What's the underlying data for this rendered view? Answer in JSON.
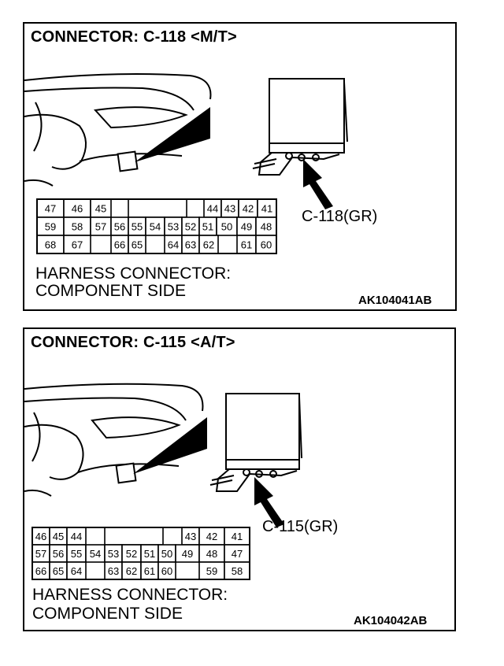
{
  "panels": [
    {
      "title": "CONNECTOR: C-118 <M/T>",
      "connector_label": "C-118(GR)",
      "caption_line1": "HARNESS CONNECTOR:",
      "caption_line2": "COMPONENT SIDE",
      "code": "AK104041AB",
      "pin_rows": [
        [
          "47",
          "46",
          "45",
          "",
          "",
          "",
          "",
          "44",
          "43",
          "42",
          "41"
        ],
        [
          "59",
          "58",
          "57",
          "56",
          "55",
          "54",
          "53",
          "52",
          "51",
          "50",
          "49",
          "48"
        ],
        [
          "68",
          "67",
          "",
          "66",
          "65",
          "",
          "64",
          "63",
          "62",
          "",
          "61",
          "60"
        ]
      ]
    },
    {
      "title": "CONNECTOR: C-115 <A/T>",
      "connector_label": "C-115(GR)",
      "caption_line1": "HARNESS CONNECTOR:",
      "caption_line2": "COMPONENT SIDE",
      "code": "AK104042AB",
      "pin_rows": [
        [
          "46",
          "45",
          "44",
          "",
          "",
          "",
          "",
          "43",
          "42",
          "41"
        ],
        [
          "57",
          "56",
          "55",
          "54",
          "53",
          "52",
          "51",
          "50",
          "49",
          "48",
          "47"
        ],
        [
          "66",
          "65",
          "64",
          "",
          "63",
          "62",
          "61",
          "60",
          "",
          "59",
          "58"
        ]
      ]
    }
  ]
}
